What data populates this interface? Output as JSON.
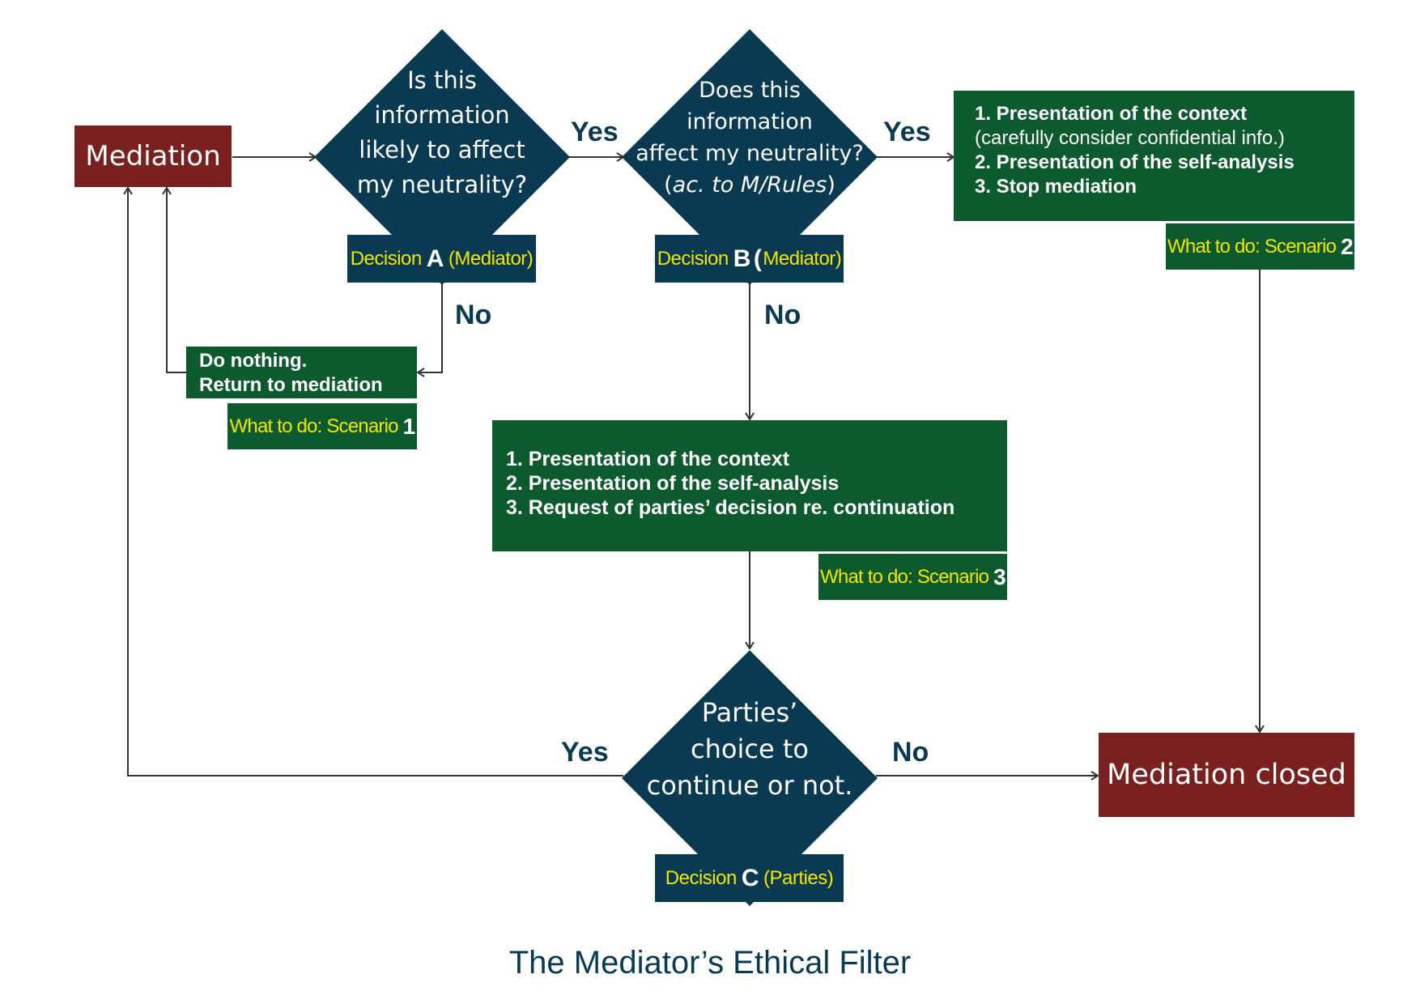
{
  "nodes": {
    "mediation": "Mediation",
    "closed": "Mediation closed",
    "decision_a": {
      "lines": [
        "Is this",
        "information",
        "likely to affect",
        "my neutrality?"
      ],
      "tag_prefix": "Decision",
      "tag_letter": "A",
      "tag_suffix": "(Mediator)"
    },
    "decision_b": {
      "lines": [
        "Does this",
        "information",
        "affect my neutrality?"
      ],
      "line4_open": "(",
      "line4_italic": "ac. to M/Rules",
      "line4_close": ")",
      "tag_prefix": "Decision",
      "tag_letter": "B",
      "tag_paren": "(",
      "tag_suffix": "Mediator)"
    },
    "decision_c": {
      "lines": [
        "Parties’",
        "choice to",
        "continue or not."
      ],
      "tag_prefix": "Decision",
      "tag_letter": "C",
      "tag_suffix": "(Parties)"
    },
    "scenario_1": {
      "lines": [
        "Do nothing.",
        "Return to mediation"
      ],
      "tag_text": "What to do: Scenario",
      "tag_number": "1"
    },
    "scenario_2": {
      "lines": [
        "1. Presentation of the context",
        "(carefully consider confidential info.)",
        "2. Presentation of the self-analysis",
        "3. Stop mediation"
      ],
      "tag_text": "What to do: Scenario",
      "tag_number": "2"
    },
    "scenario_3": {
      "lines": [
        "1. Presentation of the context",
        "2. Presentation of the self-analysis",
        "3. Request of parties’ decision re. continuation"
      ],
      "tag_text": "What to do: Scenario",
      "tag_number": "3"
    }
  },
  "edge_labels": {
    "a_yes": "Yes",
    "a_no": "No",
    "b_yes": "Yes",
    "b_no": "No",
    "c_yes": "Yes",
    "c_no": "No"
  },
  "title": "The Mediator’s Ethical Filter",
  "colors": {
    "terminal": "#7a2120",
    "decision": "#0a3a52",
    "action": "#0d5a2e",
    "tag_text": "#f2e600",
    "connector": "#333333"
  }
}
